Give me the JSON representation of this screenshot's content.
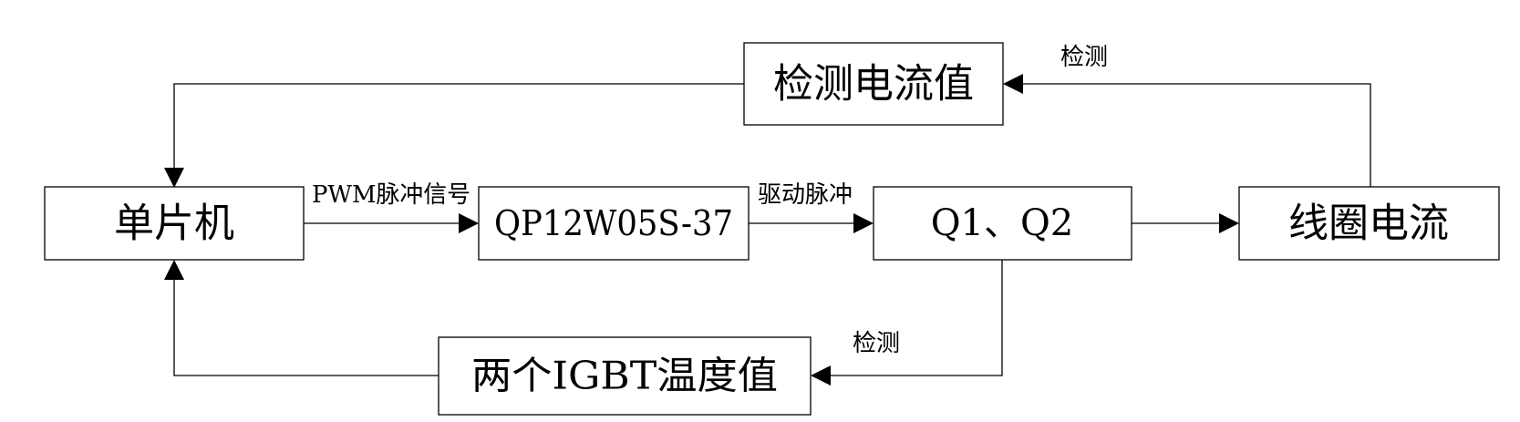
{
  "nodes": {
    "mcu": "单片机",
    "driver": "QP12W05S-37",
    "igbt": "Q1、Q2",
    "coil_current": "线圈电流",
    "detect_current": "检测电流值",
    "igbt_temp": "两个IGBT温度值"
  },
  "edges": {
    "pwm_signal": "PWM脉冲信号",
    "drive_pulse": "驱动脉冲",
    "detect_top": "检测",
    "detect_bottom": "检测"
  },
  "colors": {
    "stroke": "#000000",
    "background": "#ffffff"
  }
}
